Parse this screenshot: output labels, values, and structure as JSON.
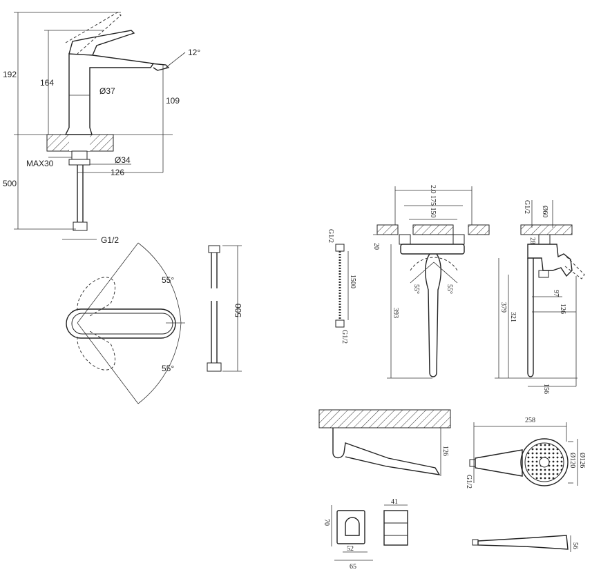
{
  "basin_mixer": {
    "height_total": "192",
    "height_spout": "164",
    "body_diameter": "Ø37",
    "spout_height": "109",
    "spout_angle": "12°",
    "counter_thickness": "MAX30",
    "hole_diameter": "Ø34",
    "projection": "126",
    "hose_length": "500",
    "connection": "G1/2"
  },
  "lever_rotation": {
    "angle_up": "55°",
    "angle_down": "55°"
  },
  "flexible_hose": {
    "length": "500"
  },
  "shower_hose": {
    "thread_top": "G1/2",
    "length": "1500",
    "thread_bottom": "G1/2"
  },
  "bath_mixer_front": {
    "centers": "2.0 175 150",
    "wall_depth": "20",
    "angle_left": "55°",
    "angle_right": "55°",
    "height": "393"
  },
  "bath_mixer_side": {
    "thread": "G1/2",
    "diameter": "Ø60",
    "offset": "28",
    "height_total": "379",
    "height_spout": "321",
    "depth_97": "97",
    "depth_126": "126",
    "depth_156": "156"
  },
  "spout_detail": {
    "height": "126"
  },
  "hand_shower": {
    "length": "258",
    "face_diameter": "Ø120",
    "head_diameter": "Ø126",
    "thread": "G1/2",
    "side_height": "56"
  },
  "bracket": {
    "height": "70",
    "width_inner": "52",
    "width_outer": "65",
    "depth": "41"
  }
}
